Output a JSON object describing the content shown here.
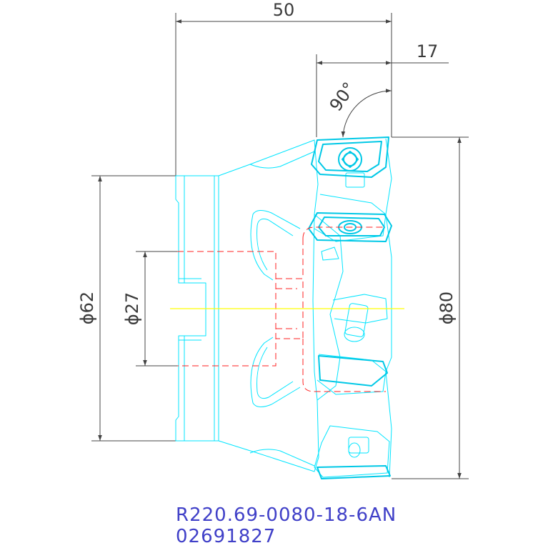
{
  "dimensions": {
    "total_length": "50",
    "insert_offset": "17",
    "lead_angle": "90°",
    "shank_diameter": "ϕ62",
    "bore_diameter": "ϕ27",
    "cutting_diameter": "ϕ80"
  },
  "part": {
    "designation": "R220.69-0080-18-6AN",
    "article_number": "02691827"
  },
  "colors": {
    "body_outline": "#00e5ff",
    "insert": "#00c8e6",
    "hidden_lines": "#ff2222",
    "center_line": "#ffff00",
    "dimension_lines": "#444444",
    "part_text": "#4040c8"
  },
  "icons": {
    "arrow": "arrowhead",
    "screw": "torx-screw-icon"
  }
}
